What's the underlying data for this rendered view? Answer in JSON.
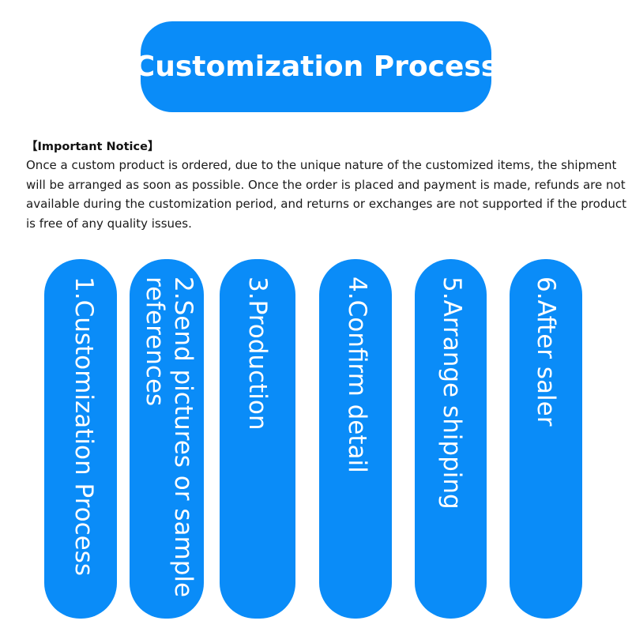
{
  "title": "Customization Process",
  "notice": {
    "heading": "【Important Notice】",
    "body": "Once a custom product is ordered, due to the unique nature of the customized items, the shipment will be arranged as soon as possible. Once the order is placed and payment is made, refunds are not available during the customization period, and returns or exchanges are not supported if the product is free of any quality issues."
  },
  "steps": [
    {
      "label": "1.Customization Process"
    },
    {
      "label": "2.Send pictures or sample\nreferences"
    },
    {
      "label": "3.Production"
    },
    {
      "label": "4.Confirm detail"
    },
    {
      "label": "5.Arrange shipping"
    },
    {
      "label": "6.After saler"
    }
  ],
  "colors": {
    "accent": "#0a8cf8",
    "text": "#ffffff"
  }
}
